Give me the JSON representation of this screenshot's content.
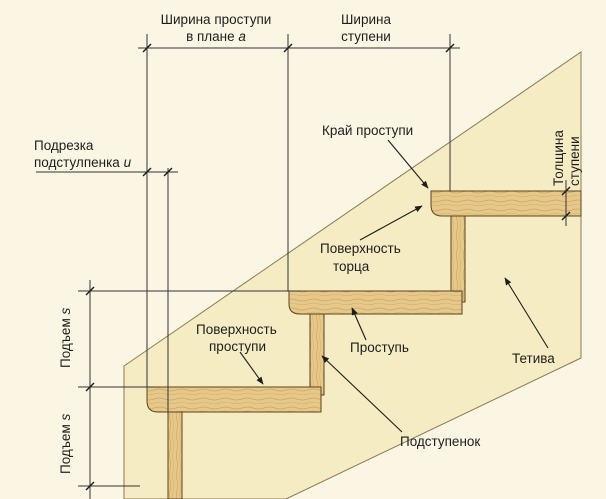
{
  "labels": {
    "tread_width_plan_1": "Ширина проступи",
    "tread_width_plan_2": "в плане ",
    "tread_width_plan_var": "а",
    "step_width_1": "Ширина",
    "step_width_2": "ступени",
    "riser_cut_1": "Подрезка",
    "riser_cut_2": "подстулпенка ",
    "riser_cut_var": "u",
    "tread_edge": "Край проступи",
    "step_thickness_1": "Толщина",
    "step_thickness_2": "ступени",
    "end_surface_1": "Поверхность",
    "end_surface_2": "торца",
    "tread_surface_1": "Поверхность",
    "tread_surface_2": "проступи",
    "tread": "Проступь",
    "stringer": "Тетива",
    "riser": "Подступенок",
    "rise_1": "Подъем ",
    "rise_1_var": "s",
    "rise_2": "Подъем ",
    "rise_2_var": "s"
  },
  "colors": {
    "background": "#fbf6e3",
    "stringer": "#f5ecc4",
    "wood": "#e6c98a",
    "wood_grain": "#b98a45",
    "line": "#1d1d1d",
    "dim_line": "#333333"
  }
}
